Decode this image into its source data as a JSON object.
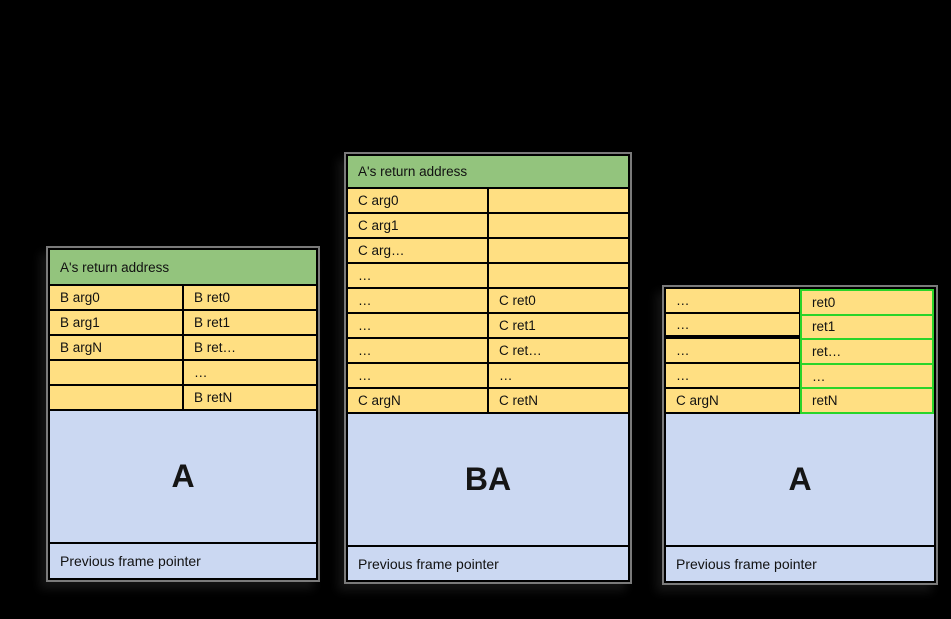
{
  "colors": {
    "background": "#000000",
    "cell_yellow": "#ffdf82",
    "header_green": "#93c47d",
    "region_blue": "#cbd8f2",
    "highlight_green": "#2ad42a",
    "outer_border_gray": "#7a7a7a",
    "grid_border_black": "#000000"
  },
  "frames": {
    "left": {
      "header": "A's return address",
      "rows": [
        [
          "B arg0",
          "B ret0"
        ],
        [
          "B arg1",
          "B ret1"
        ],
        [
          "B argN",
          "B ret…"
        ],
        [
          "",
          "…"
        ],
        [
          "",
          "B retN"
        ]
      ],
      "region_label": "A",
      "footer": "Previous frame pointer"
    },
    "middle": {
      "header": "A's return address",
      "rows": [
        [
          "C arg0",
          ""
        ],
        [
          "C arg1",
          ""
        ],
        [
          "C arg…",
          ""
        ],
        [
          "…",
          ""
        ],
        [
          "…",
          "C ret0"
        ],
        [
          "…",
          "C ret1"
        ],
        [
          "…",
          "C ret…"
        ],
        [
          "…",
          "…"
        ],
        [
          "C argN",
          "C retN"
        ]
      ],
      "region_label": "BA",
      "footer": "Previous frame pointer"
    },
    "right": {
      "rows_left": [
        "…",
        "…",
        "…",
        "…",
        "C argN"
      ],
      "rows_right_highlighted": [
        "ret0",
        "ret1",
        "ret…",
        "…",
        "retN"
      ],
      "region_label": "A",
      "footer": "Previous frame pointer"
    }
  }
}
